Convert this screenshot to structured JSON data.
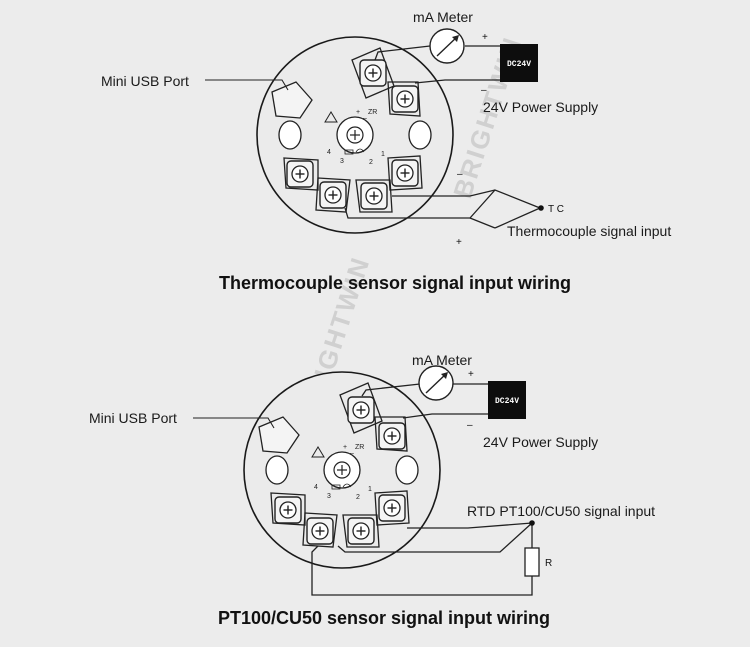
{
  "top": {
    "meter_label": "mA Meter",
    "psu_text": "DC24V",
    "psu_label": "24V Power Supply",
    "usb_label": "Mini USB Port",
    "plus_meter": "+",
    "minus_psu": "–",
    "minus_tc": "–",
    "plus_tc": "+",
    "tc_tag": "T C",
    "signal_label": "Thermocouple signal input",
    "title": "Thermocouple sensor signal input wiring",
    "terminal_labels": [
      "3",
      "2",
      "1",
      "4"
    ],
    "dial_marks": [
      "+",
      "–",
      "ZR"
    ]
  },
  "bottom": {
    "meter_label": "mA Meter",
    "psu_text": "DC24V",
    "psu_label": "24V Power Supply",
    "usb_label": "Mini USB Port",
    "plus_meter": "+",
    "minus_psu": "–",
    "signal_label": "RTD PT100/CU50 signal input",
    "resistor_label": "R",
    "title": "PT100/CU50 sensor signal input wiring",
    "terminal_labels": [
      "3",
      "2",
      "1",
      "4"
    ],
    "dial_marks": [
      "+",
      "–",
      "ZR"
    ]
  },
  "watermark": "BRIGHTWIN"
}
